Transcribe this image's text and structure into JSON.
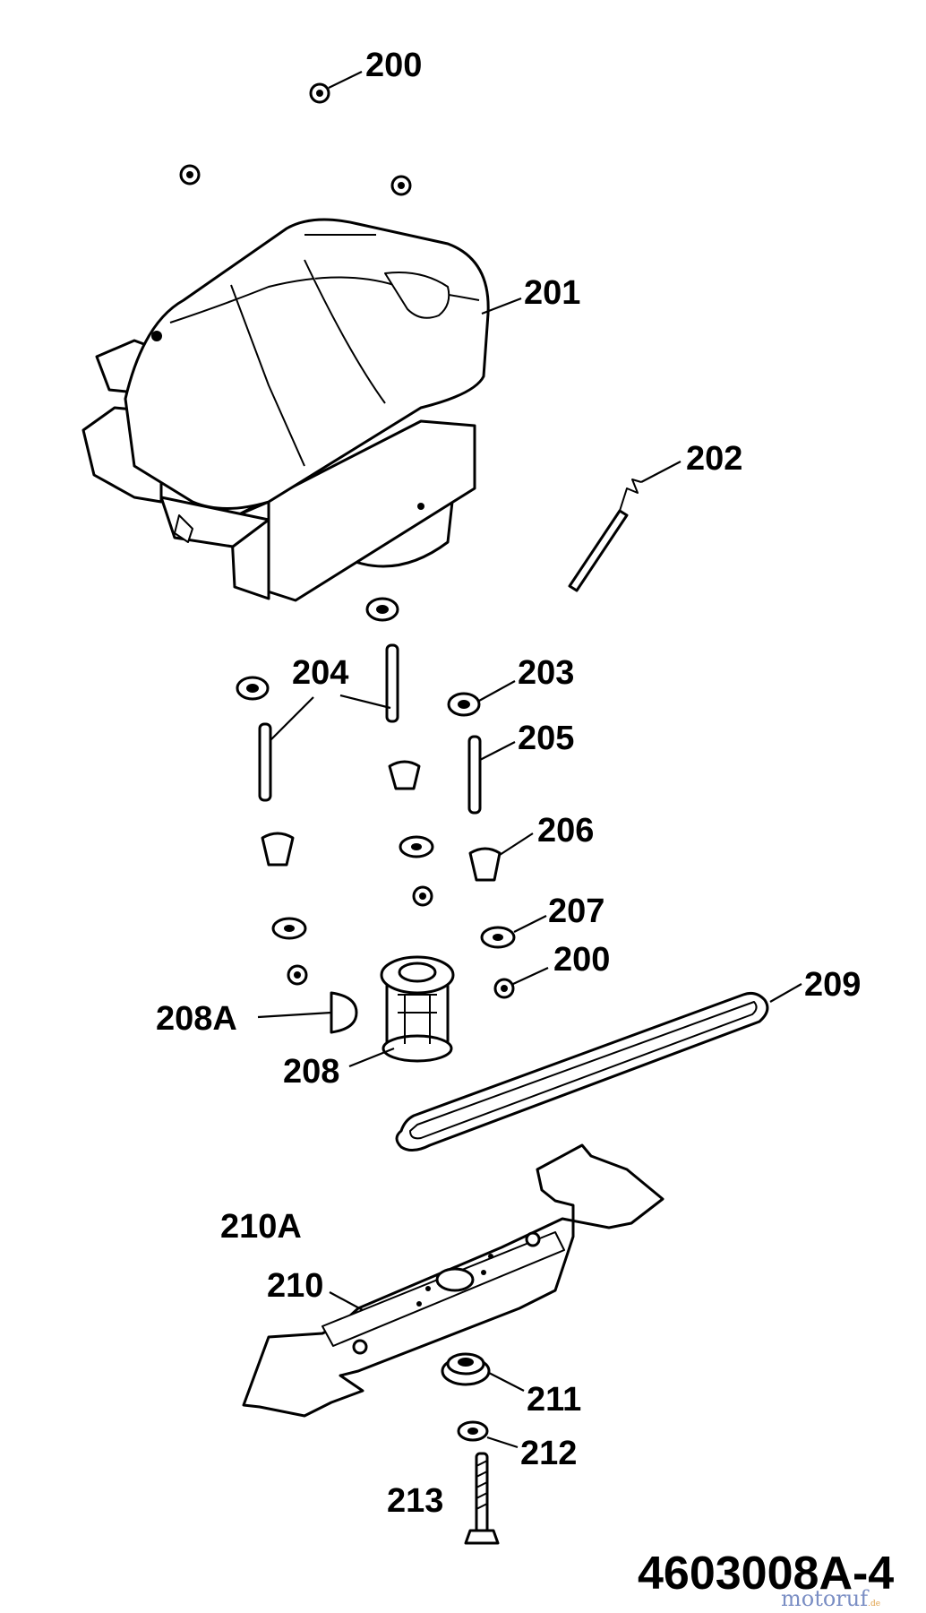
{
  "labels": {
    "l200a": "200",
    "l201": "201",
    "l202": "202",
    "l203": "203",
    "l204": "204",
    "l205": "205",
    "l206": "206",
    "l207": "207",
    "l200b": "200",
    "l208A": "208A",
    "l209": "209",
    "l208": "208",
    "l210A": "210A",
    "l210": "210",
    "l211": "211",
    "l212": "212",
    "l213": "213"
  },
  "document_number": "4603008A-4",
  "watermark": {
    "text": "motoruf",
    "suffix": ".de",
    "colors": [
      "#7a8ec4",
      "#e0a14a"
    ]
  }
}
